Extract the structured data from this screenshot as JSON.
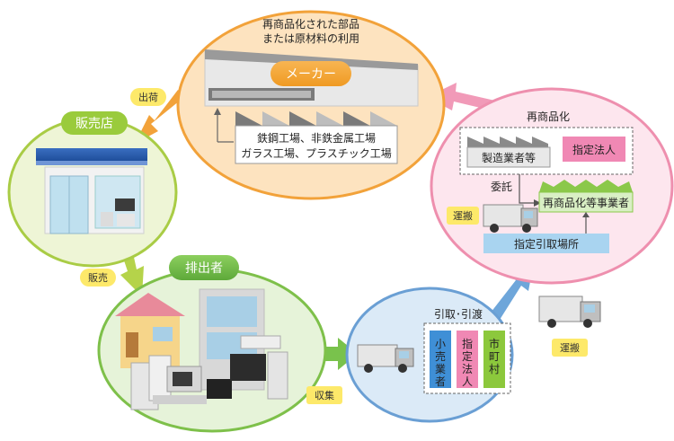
{
  "maker": {
    "caption_line1": "再商品化された部品",
    "caption_line2": "または原材料の利用",
    "label": "メーカー",
    "factories_line1": "鉄鋼工場、非鉄金属工場",
    "factories_line2": "ガラス工場、プラスチック工場"
  },
  "retailer": {
    "label": "販売店"
  },
  "discharger": {
    "label": "排出者"
  },
  "collection": {
    "title": "引取･引渡",
    "boxes": [
      "小売業者",
      "指定法人",
      "市町村"
    ]
  },
  "recycling": {
    "title": "再商品化",
    "manufacturers": "製造業者等",
    "designated_corp": "指定法人",
    "commission": "委託",
    "recycler": "再商品化等事業者",
    "transport": "運搬",
    "pickup_site": "指定引取場所"
  },
  "flow_labels": {
    "shipping": "出荷",
    "sales": "販売",
    "collect": "収集",
    "transport": "運搬"
  },
  "colors": {
    "maker_fill": "#fde3bf",
    "maker_stroke": "#f2a23a",
    "retailer_fill": "#eef5d6",
    "retailer_stroke": "#a9cc45",
    "discharger_fill": "#e6f3d9",
    "discharger_stroke": "#7ec04a",
    "collection_fill": "#dbeaf7",
    "collection_stroke": "#6a9fd4",
    "recycling_fill": "#fde6ee",
    "recycling_stroke": "#ee8fae"
  }
}
